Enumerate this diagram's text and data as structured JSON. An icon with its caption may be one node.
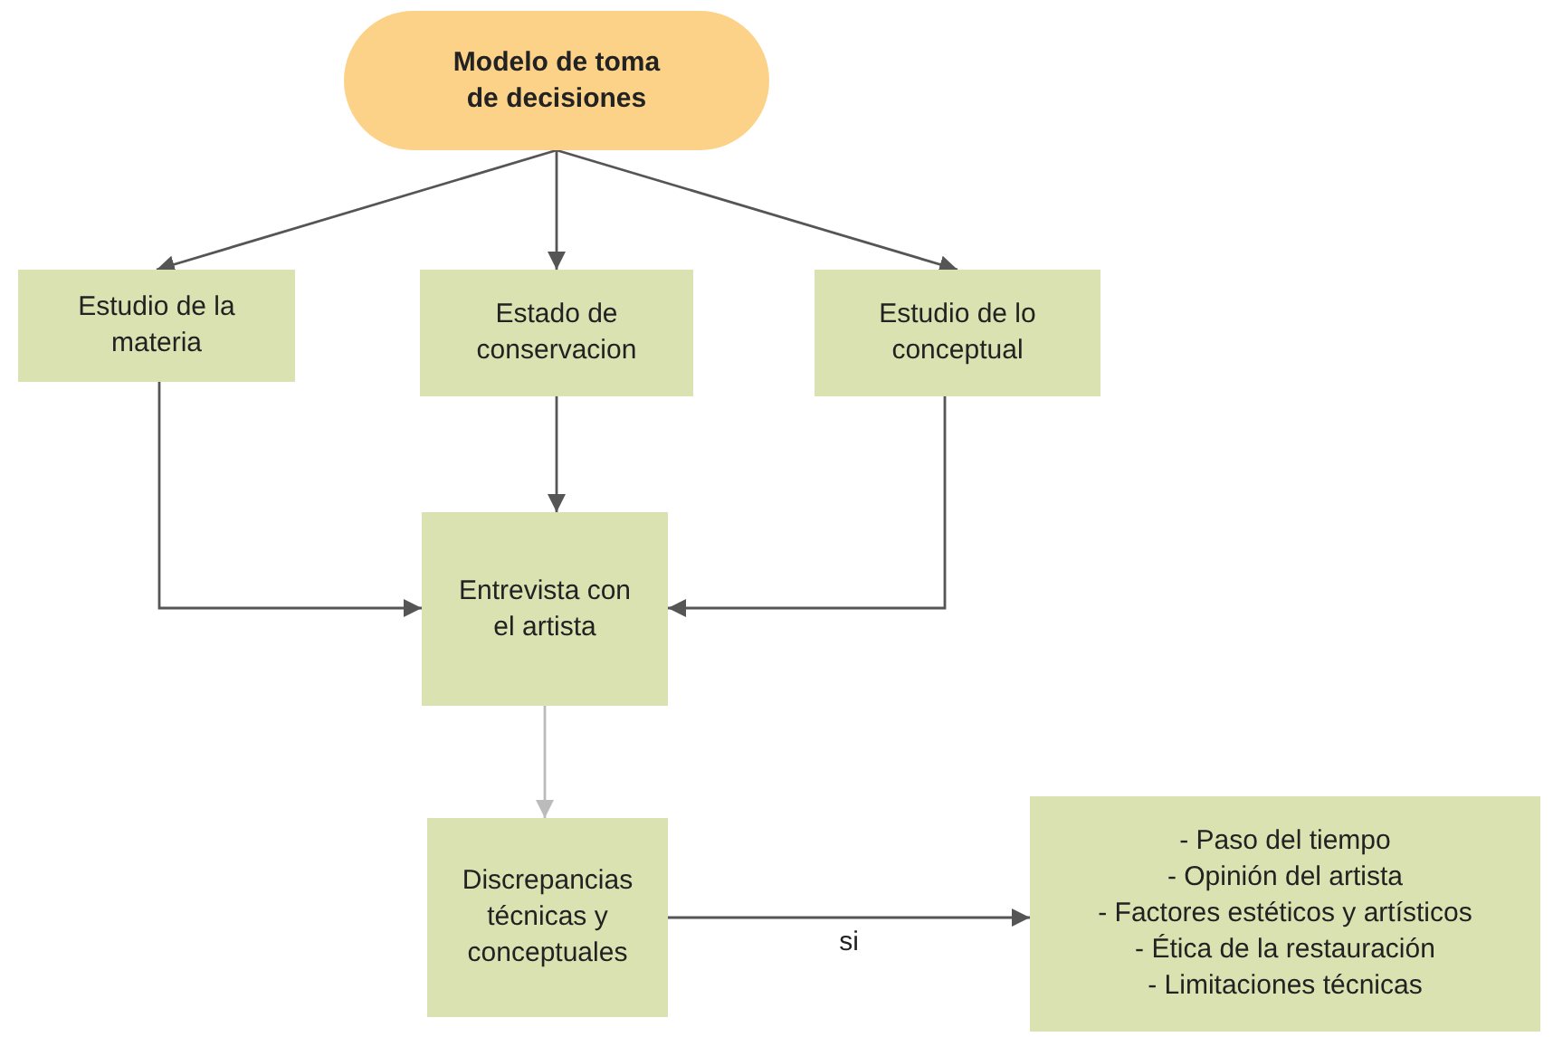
{
  "diagram": {
    "nodes": [
      {
        "text": [
          "Modelo de toma de decisiones"
        ]
      },
      {
        "text": [
          "Estudio de la materia"
        ]
      },
      {
        "text": [
          "Estado de conservacion"
        ]
      },
      {
        "text": [
          "Estudio de lo conceptual"
        ]
      },
      {
        "text": [
          "Entrevista con el artista"
        ]
      },
      {
        "text": [
          "Discrepancias técnicas y conceptuales"
        ]
      },
      {
        "text": [
          "- Paso del tiempo",
          "- Opinión del artista",
          "- Factores estéticos y artísticos",
          "- Ética de la restauración",
          "- Limitaciones técnicas"
        ]
      }
    ],
    "edges": [
      {
        "from": 0,
        "to": 1,
        "arrow": "to"
      },
      {
        "from": 0,
        "to": 2,
        "arrow": "to"
      },
      {
        "from": 0,
        "to": 3,
        "arrow": "to"
      },
      {
        "from": 2,
        "to": 4,
        "arrow": "to"
      },
      {
        "from": 1,
        "to": 4,
        "arrow": "to"
      },
      {
        "from": 3,
        "to": 4,
        "arrow": "to"
      },
      {
        "from": 4,
        "to": 5,
        "arrow": "to",
        "color": "#bbbbbb"
      },
      {
        "from": 5,
        "to": 6,
        "arrow": "to",
        "label": "si"
      }
    ]
  }
}
